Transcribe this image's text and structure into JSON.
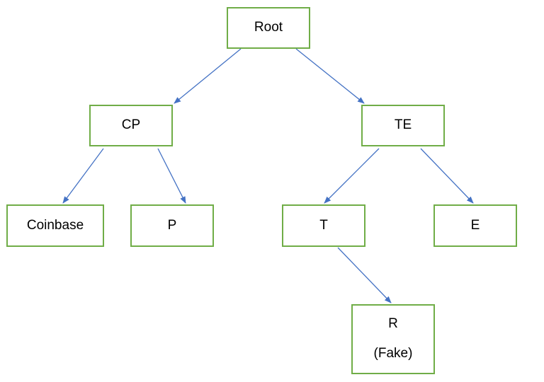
{
  "diagram": {
    "border_color": "#70ad47",
    "arrow_color": "#4472c4",
    "nodes": {
      "root": {
        "label": "Root"
      },
      "cp": {
        "label": "CP"
      },
      "te": {
        "label": "TE"
      },
      "coinbase": {
        "label": "Coinbase"
      },
      "p": {
        "label": "P"
      },
      "t": {
        "label": "T"
      },
      "e": {
        "label": "E"
      },
      "r": {
        "label": "R",
        "sublabel": "(Fake)"
      }
    },
    "edges": [
      {
        "from": "root",
        "to": "cp"
      },
      {
        "from": "root",
        "to": "te"
      },
      {
        "from": "cp",
        "to": "coinbase"
      },
      {
        "from": "cp",
        "to": "p"
      },
      {
        "from": "te",
        "to": "t"
      },
      {
        "from": "te",
        "to": "e"
      },
      {
        "from": "t",
        "to": "r"
      }
    ]
  }
}
